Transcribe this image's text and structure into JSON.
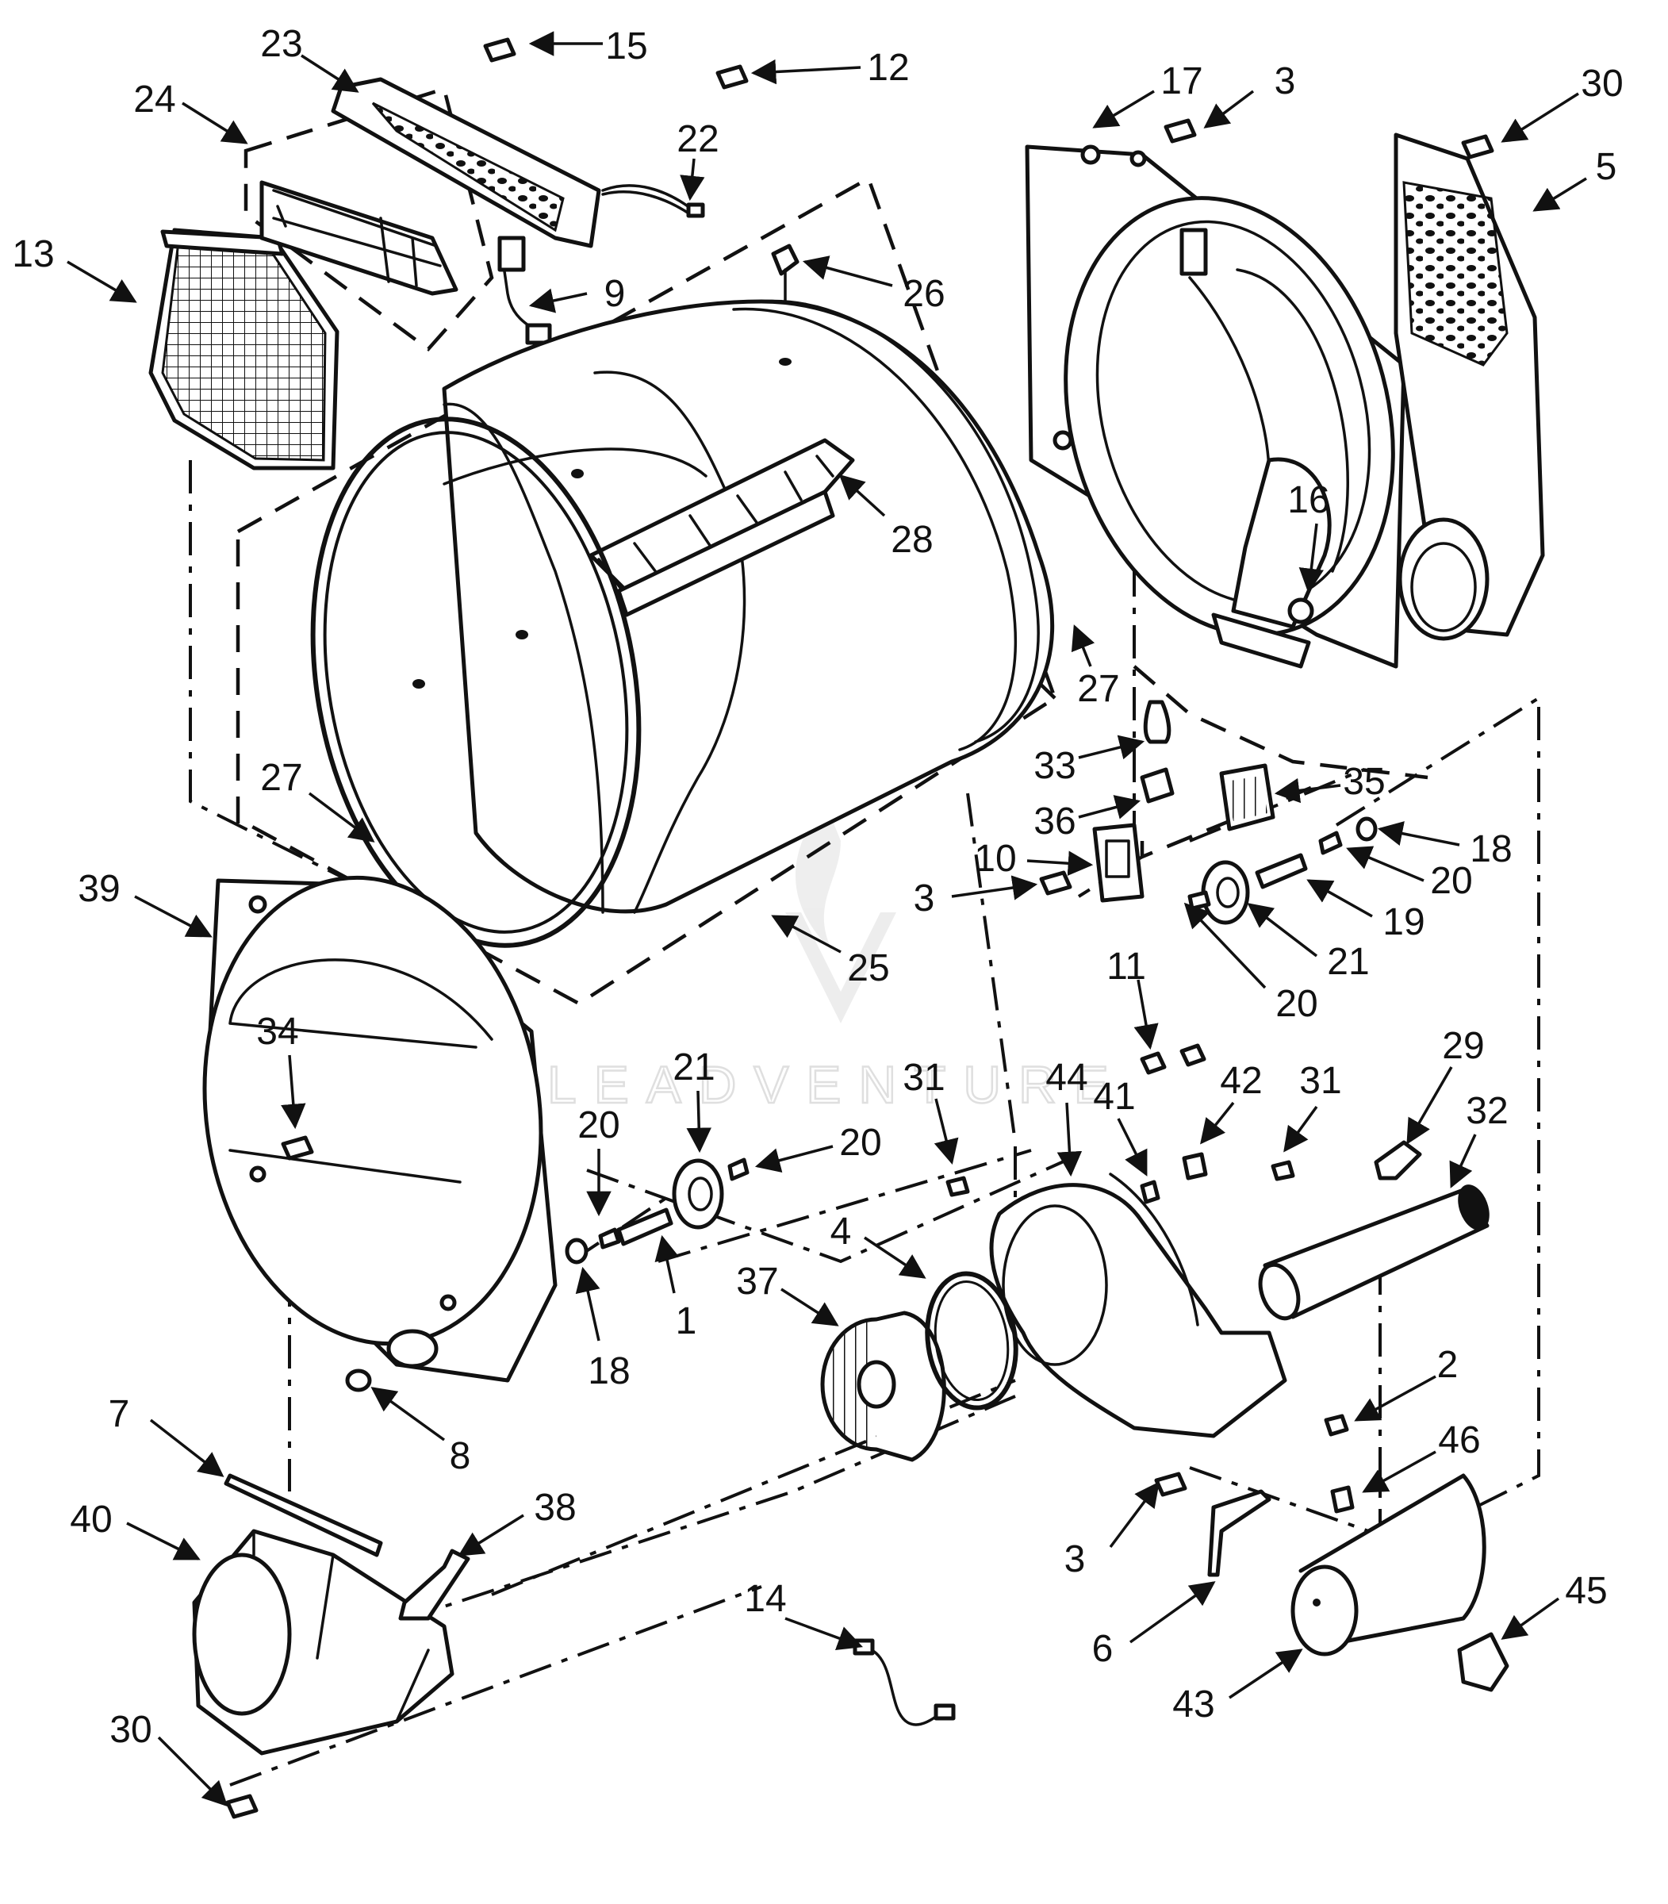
{
  "watermark": "LEADVENTURE",
  "callouts": [
    {
      "label": "23"
    },
    {
      "label": "15"
    },
    {
      "label": "12"
    },
    {
      "label": "24"
    },
    {
      "label": "22"
    },
    {
      "label": "13"
    },
    {
      "label": "9"
    },
    {
      "label": "26"
    },
    {
      "label": "28"
    },
    {
      "label": "17"
    },
    {
      "label": "3"
    },
    {
      "label": "30"
    },
    {
      "label": "5"
    },
    {
      "label": "16"
    },
    {
      "label": "27"
    },
    {
      "label": "27"
    },
    {
      "label": "33"
    },
    {
      "label": "35"
    },
    {
      "label": "36"
    },
    {
      "label": "18"
    },
    {
      "label": "10"
    },
    {
      "label": "20"
    },
    {
      "label": "3"
    },
    {
      "label": "19"
    },
    {
      "label": "21"
    },
    {
      "label": "25"
    },
    {
      "label": "20"
    },
    {
      "label": "39"
    },
    {
      "label": "11"
    },
    {
      "label": "34"
    },
    {
      "label": "29"
    },
    {
      "label": "21"
    },
    {
      "label": "31"
    },
    {
      "label": "44"
    },
    {
      "label": "42"
    },
    {
      "label": "31"
    },
    {
      "label": "32"
    },
    {
      "label": "20"
    },
    {
      "label": "20"
    },
    {
      "label": "41"
    },
    {
      "label": "4"
    },
    {
      "label": "37"
    },
    {
      "label": "1"
    },
    {
      "label": "18"
    },
    {
      "label": "2"
    },
    {
      "label": "8"
    },
    {
      "label": "7"
    },
    {
      "label": "46"
    },
    {
      "label": "40"
    },
    {
      "label": "38"
    },
    {
      "label": "3"
    },
    {
      "label": "45"
    },
    {
      "label": "14"
    },
    {
      "label": "6"
    },
    {
      "label": "43"
    },
    {
      "label": "30"
    }
  ]
}
